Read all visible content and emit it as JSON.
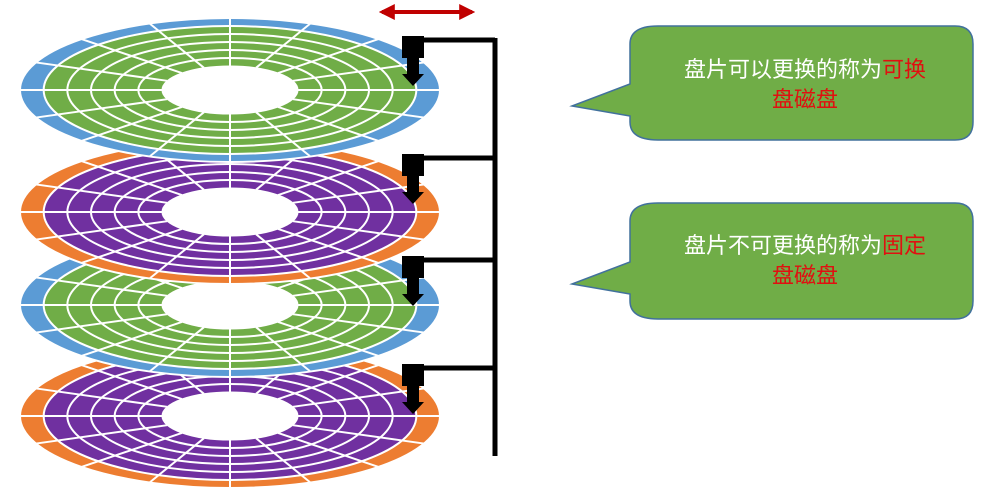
{
  "colors": {
    "blue": "#5b9bd5",
    "green": "#70ad47",
    "orange": "#ed7d31",
    "purple": "#7030a0",
    "arm": "#000000",
    "seek_arrow": "#c00000",
    "callout_fill": "#70ad47",
    "callout_stroke": "#41719c",
    "highlight_text": "#e01010"
  },
  "platters": [
    {
      "outer_color": "blue",
      "inner_color": "green"
    },
    {
      "outer_color": "orange",
      "inner_color": "purple"
    },
    {
      "outer_color": "blue",
      "inner_color": "green"
    },
    {
      "outer_color": "orange",
      "inner_color": "purple"
    }
  ],
  "callouts": [
    {
      "text": "盘片可以更换的称为",
      "highlight": "可换",
      "text2": "盘磁盘"
    },
    {
      "text": "盘片不可更换的称为",
      "highlight": "固定",
      "text2": "盘磁盘"
    }
  ],
  "icons": {
    "seek_arrow": "double-arrow-icon",
    "head": "read-write-head-icon"
  }
}
